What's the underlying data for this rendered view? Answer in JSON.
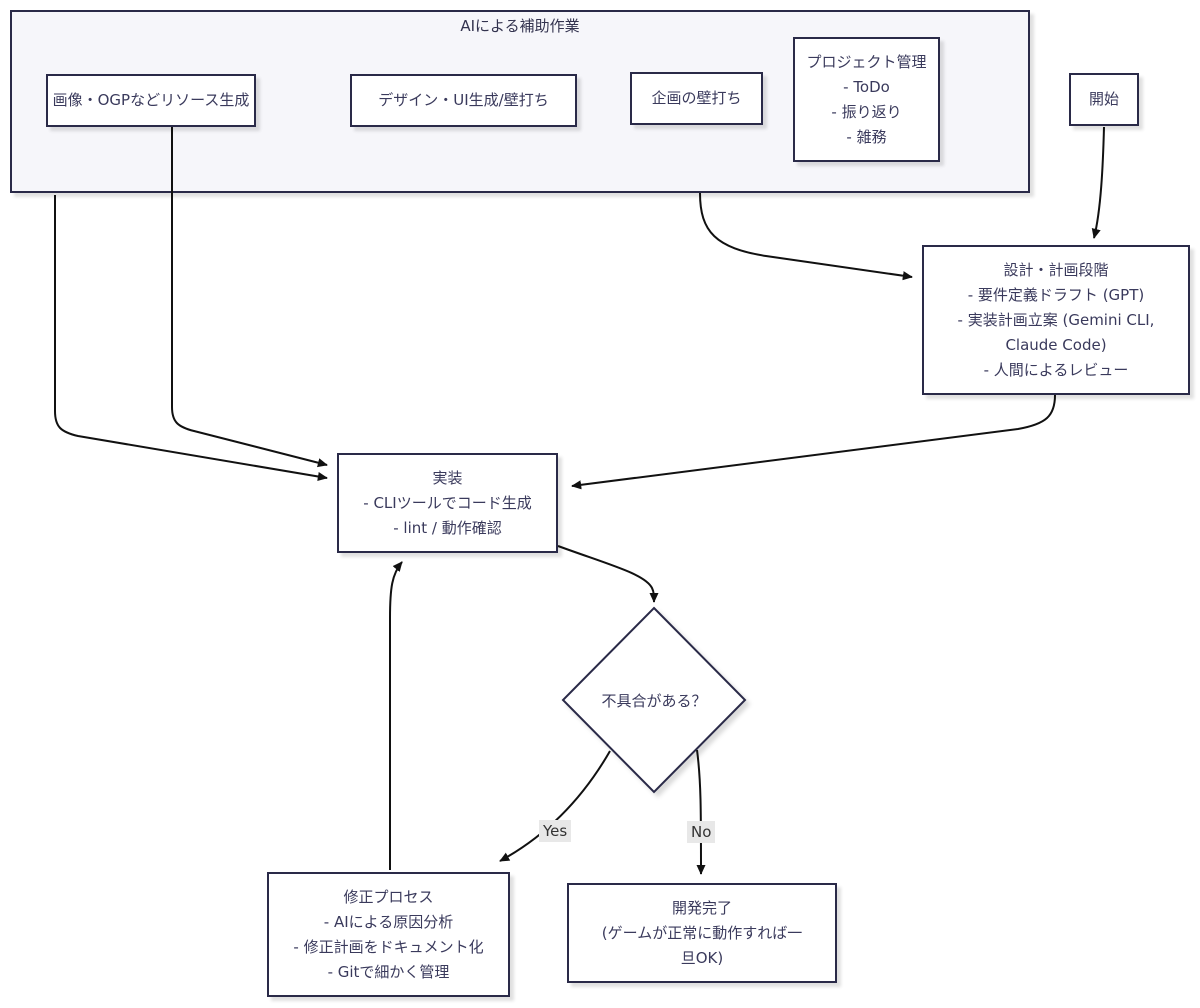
{
  "diagram": {
    "subgraph_title": "AIによる補助作業",
    "nodes": {
      "image_gen": {
        "label": "画像・OGPなどリソース生成"
      },
      "design_ui": {
        "label": "デザイン・UI生成/壁打ち"
      },
      "planning_wall": {
        "label": "企画の壁打ち"
      },
      "project_mgmt": {
        "label": "プロジェクト管理\n- ToDo\n- 振り返り\n- 雑務"
      },
      "start": {
        "label": "開始"
      },
      "design_phase": {
        "label": "設計・計画段階\n- 要件定義ドラフト (GPT)\n- 実装計画立案 (Gemini CLI,\nClaude Code)\n- 人間によるレビュー"
      },
      "implementation": {
        "label": "実装\n- CLIツールでコード生成\n- lint / 動作確認"
      },
      "decision": {
        "label": "不具合がある？"
      },
      "fix_process": {
        "label": "修正プロセス\n- AIによる原因分析\n- 修正計画をドキュメント化\n- Gitで細かく管理"
      },
      "done": {
        "label": "開発完了\n(ゲームが正常に動作すれば一\n旦OK)"
      }
    },
    "edge_labels": {
      "yes": "Yes",
      "no": "No"
    },
    "colors": {
      "node_border": "#2a2a48",
      "node_fill": "#ffffff",
      "subgraph_fill": "#f6f6fa",
      "text": "#3a3a5c",
      "edge": "#111111",
      "edge_label_bg": "#e8e8e8"
    }
  }
}
